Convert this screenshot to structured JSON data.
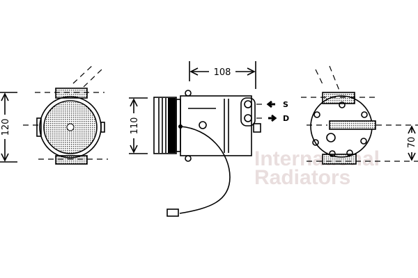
{
  "dimensions": {
    "front_height": "120",
    "side_height": "110",
    "side_length": "108",
    "rear_offset": "70"
  },
  "ports": {
    "suction": "S",
    "discharge": "D"
  },
  "watermark": {
    "line1": "International",
    "line2": "Radiators",
    "color": "#e9dede"
  }
}
